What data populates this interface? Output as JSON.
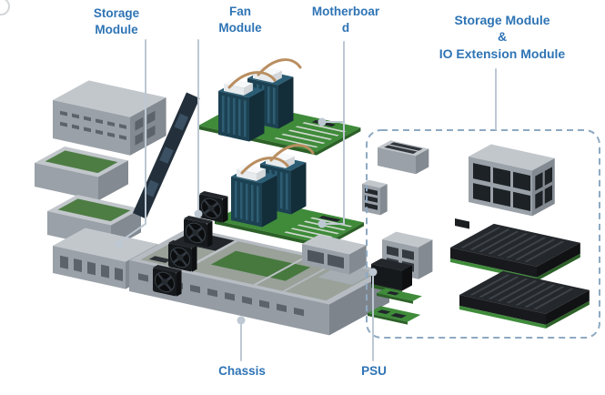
{
  "labels": {
    "storage_module": "Storage Module",
    "fan_module": "Fan Module",
    "motherboard": "Motherboard",
    "storage_io_module": {
      "line1": "Storage Module",
      "line2": "&",
      "line3": "IO Extension Module"
    },
    "chassis": "Chassis",
    "psu": "PSU"
  },
  "colors": {
    "label_text": "#2e74b5",
    "callout_line": "#bdc8d3",
    "dashed_border": "#8ea9c2",
    "pcb_green": "#3f8b3a",
    "chassis_gray": "#b6bcc2",
    "heatsink_teal": "#1c4152",
    "background": "#ffffff"
  }
}
